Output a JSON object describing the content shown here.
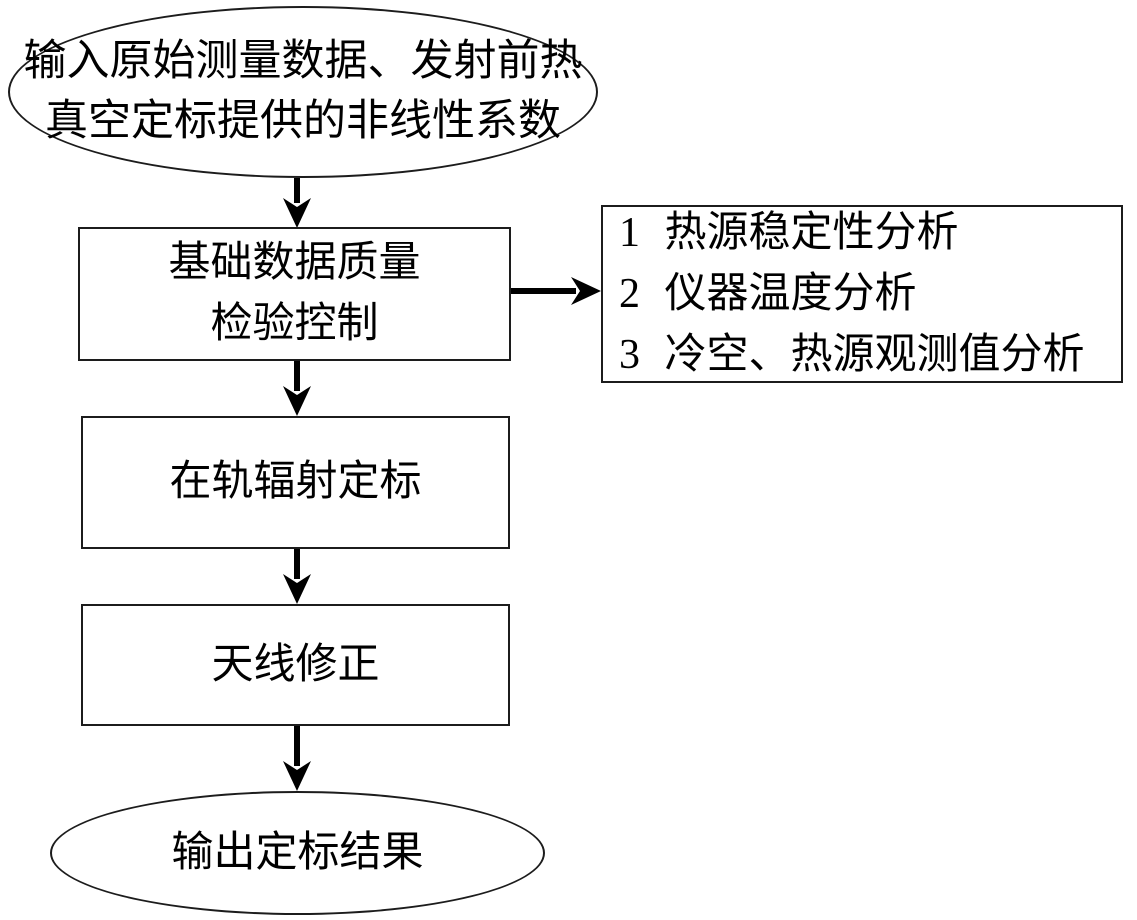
{
  "diagram": {
    "title": "satellite-radiometric-calibration-flowchart",
    "colors": {
      "background": "#ffffff",
      "shape_border": "#1c1c1c",
      "arrow": "#000000",
      "text": "#000000"
    },
    "nodes": {
      "input": {
        "type": "terminator",
        "line1": "输入原始测量数据、发射前热",
        "line2": "真空定标提供的非线性系数"
      },
      "quality": {
        "type": "process",
        "line1": "基础数据质量",
        "line2": "检验控制"
      },
      "analysis": {
        "type": "list-box",
        "item1": "1 热源稳定性分析",
        "item2": "2 仪器温度分析",
        "item3": "3 冷空、热源观测值分析"
      },
      "calibration": {
        "type": "process",
        "label": "在轨辐射定标"
      },
      "antenna": {
        "type": "process",
        "label": "天线修正"
      },
      "output": {
        "type": "terminator",
        "label": "输出定标结果"
      }
    },
    "edges": [
      {
        "from": "input",
        "to": "quality",
        "direction": "down"
      },
      {
        "from": "quality",
        "to": "analysis",
        "direction": "right"
      },
      {
        "from": "quality",
        "to": "calibration",
        "direction": "down"
      },
      {
        "from": "calibration",
        "to": "antenna",
        "direction": "down"
      },
      {
        "from": "antenna",
        "to": "output",
        "direction": "down"
      }
    ]
  }
}
